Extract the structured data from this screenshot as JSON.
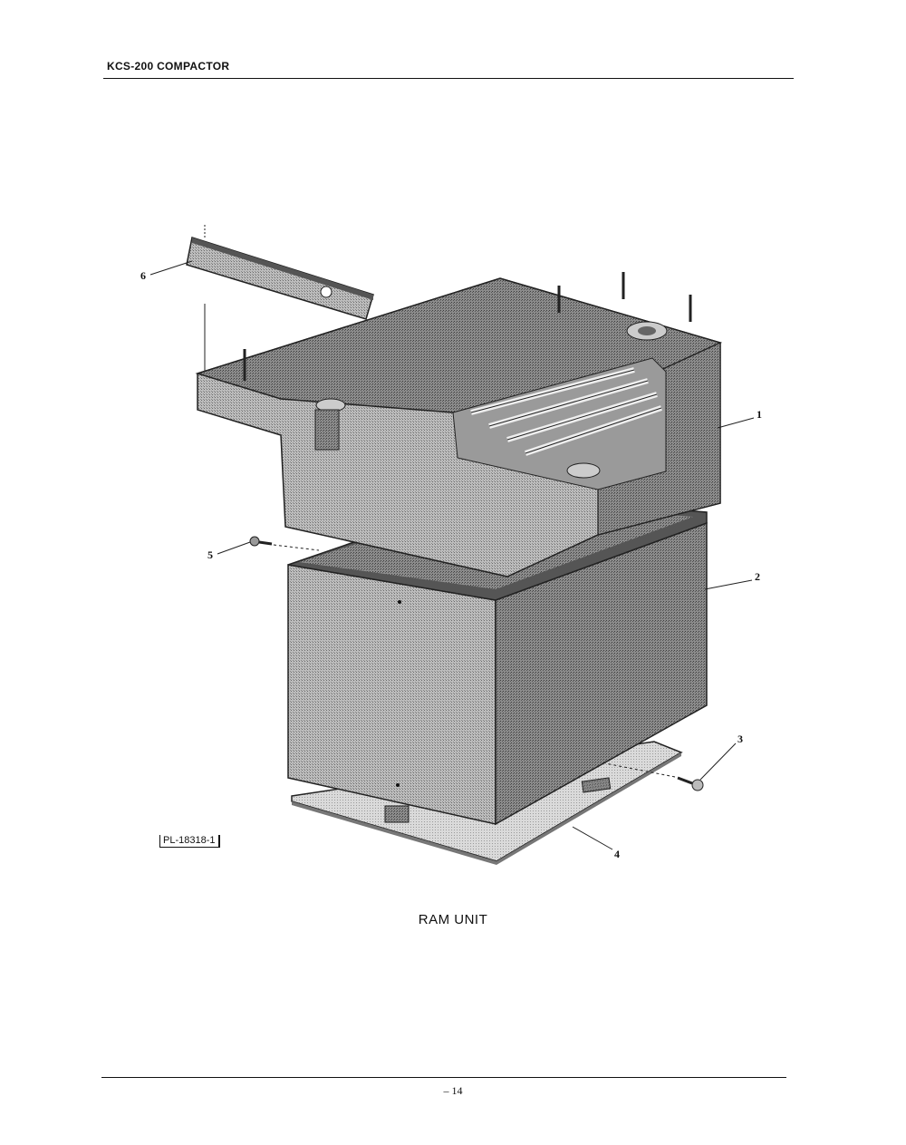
{
  "header": {
    "title": "KCS-200 COMPACTOR"
  },
  "figure": {
    "caption": "RAM UNIT",
    "plate_ref": "PL-18318-1",
    "callouts": [
      {
        "id": "c1",
        "label": "1"
      },
      {
        "id": "c2",
        "label": "2"
      },
      {
        "id": "c3",
        "label": "3"
      },
      {
        "id": "c4",
        "label": "4"
      },
      {
        "id": "c5",
        "label": "5"
      },
      {
        "id": "c6",
        "label": "6"
      }
    ]
  },
  "footer": {
    "page_number": "– 14"
  }
}
